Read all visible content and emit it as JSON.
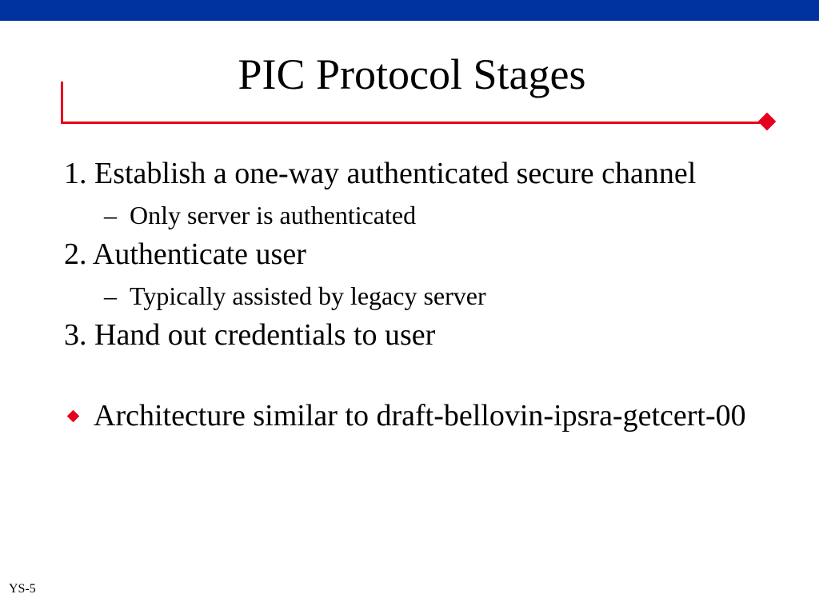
{
  "slide": {
    "title": "PIC Protocol Stages",
    "items": [
      {
        "text": "1. Establish a one-way authenticated secure channel",
        "subitem": "Only server is authenticated"
      },
      {
        "text": "2. Authenticate user",
        "subitem": "Typically assisted by legacy server"
      },
      {
        "text": "3. Hand out credentials to user"
      }
    ],
    "sub_dash": "–",
    "bullet": "Architecture similar to draft-bellovin-ipsra-getcert-00",
    "footer": "YS-5"
  },
  "colors": {
    "top_bar": "#0033a0",
    "accent": "#e6001e",
    "background": "#ffffff",
    "text": "#000000"
  },
  "icons": {
    "bullet": "diamond-bullet-icon",
    "rule_end": "diamond-icon"
  }
}
